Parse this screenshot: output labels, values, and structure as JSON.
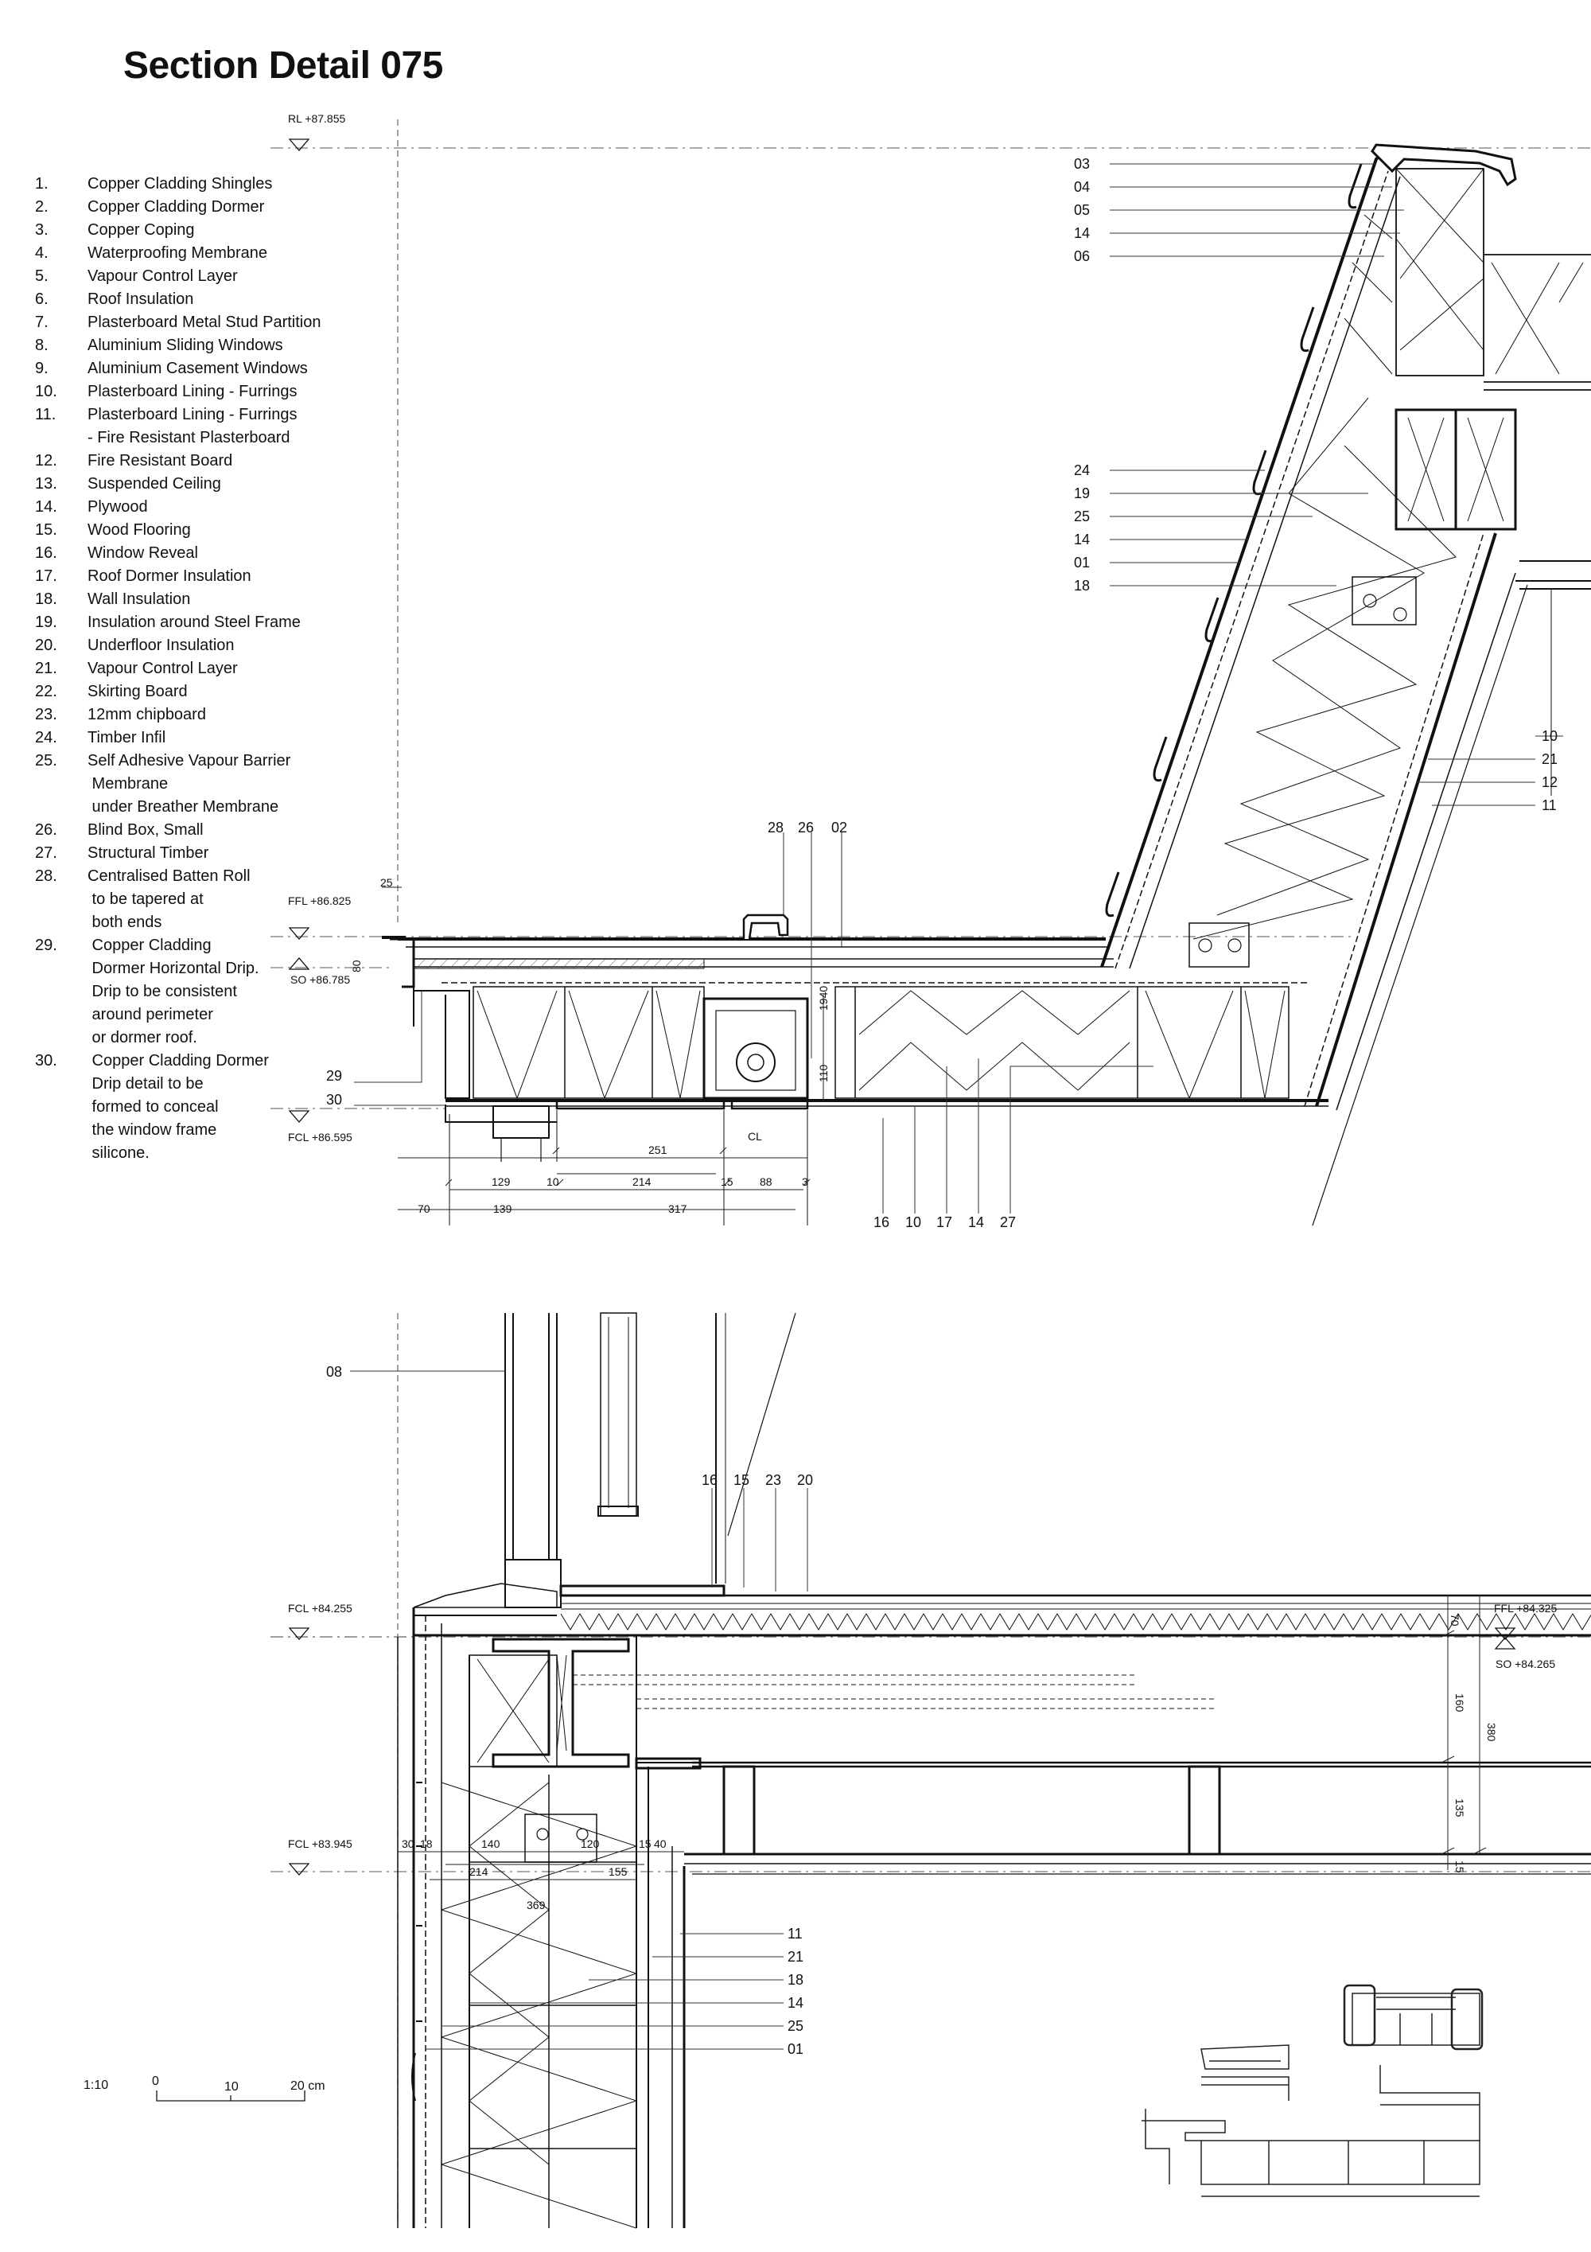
{
  "title": "Section Detail 075",
  "legend": [
    {
      "num": "1.",
      "text": "Copper Cladding Shingles"
    },
    {
      "num": "2.",
      "text": "Copper Cladding Dormer"
    },
    {
      "num": "3.",
      "text": "Copper Coping"
    },
    {
      "num": "4.",
      "text": "Waterproofing Membrane"
    },
    {
      "num": "5.",
      "text": "Vapour Control Layer"
    },
    {
      "num": "6.",
      "text": "Roof Insulation"
    },
    {
      "num": "7.",
      "text": "Plasterboard Metal Stud Partition"
    },
    {
      "num": "8.",
      "text": "Aluminium Sliding Windows"
    },
    {
      "num": "9.",
      "text": "Aluminium Casement Windows"
    },
    {
      "num": "10.",
      "text": "Plasterboard Lining - Furrings"
    },
    {
      "num": "11.",
      "text": "Plasterboard Lining - Furrings"
    },
    {
      "num": "",
      "text": "- Fire Resistant Plasterboard"
    },
    {
      "num": "12.",
      "text": "Fire Resistant Board"
    },
    {
      "num": "13.",
      "text": "Suspended Ceiling"
    },
    {
      "num": "14.",
      "text": "Plywood"
    },
    {
      "num": "15.",
      "text": "Wood Flooring"
    },
    {
      "num": "16.",
      "text": "Window Reveal"
    },
    {
      "num": "17.",
      "text": "Roof Dormer Insulation"
    },
    {
      "num": "18.",
      "text": "Wall Insulation"
    },
    {
      "num": "19.",
      "text": "Insulation around Steel Frame"
    },
    {
      "num": "20.",
      "text": "Underfloor Insulation"
    },
    {
      "num": "21.",
      "text": "Vapour Control Layer"
    },
    {
      "num": "22.",
      "text": "Skirting Board"
    },
    {
      "num": "23.",
      "text": "12mm chipboard"
    },
    {
      "num": "24.",
      "text": "Timber Infil"
    },
    {
      "num": "25.",
      "text": "Self Adhesive Vapour Barrier"
    },
    {
      "num": "",
      "text": " Membrane"
    },
    {
      "num": "",
      "text": " under Breather Membrane"
    },
    {
      "num": "26.",
      "text": "Blind Box, Small"
    },
    {
      "num": "27.",
      "text": "Structural Timber"
    },
    {
      "num": "28.",
      "text": "Centralised Batten Roll"
    },
    {
      "num": "",
      "text": " to be tapered at"
    },
    {
      "num": "",
      "text": " both ends"
    },
    {
      "num": "29.",
      "text": " Copper Cladding"
    },
    {
      "num": "",
      "text": " Dormer Horizontal Drip."
    },
    {
      "num": "",
      "text": " Drip to be consistent"
    },
    {
      "num": "",
      "text": " around perimeter"
    },
    {
      "num": "",
      "text": " or dormer roof."
    },
    {
      "num": "30.",
      "text": " Copper Cladding Dormer"
    },
    {
      "num": "",
      "text": " Drip detail to be"
    },
    {
      "num": "",
      "text": " formed to conceal"
    },
    {
      "num": "",
      "text": " the window frame"
    },
    {
      "num": "",
      "text": " silicone."
    }
  ],
  "levels": {
    "rl_top": "RL +87.855",
    "ffl_upper": "FFL +86.825",
    "so_upper": "SO +86.785",
    "fcl_upper": "FCL +86.595",
    "ffl_lower": "FFL +84.325",
    "fcl_lower": "FCL +84.255",
    "so_lower": "SO +84.265",
    "fcl_bottom": "FCL +83.945"
  },
  "callouts_roof_top": [
    "03",
    "04",
    "05",
    "14",
    "06"
  ],
  "callouts_roof_mid": [
    "24",
    "19",
    "25",
    "14",
    "01",
    "18"
  ],
  "callouts_right": [
    "10",
    "21",
    "12",
    "11"
  ],
  "callouts_gutter": [
    "28",
    "26",
    "02"
  ],
  "callouts_edge": [
    "29",
    "30"
  ],
  "callouts_floor_bottom": [
    "16",
    "10",
    "17",
    "14",
    "27"
  ],
  "callout_window": "08",
  "callouts_floor_top": [
    "16",
    "15",
    "23",
    "20"
  ],
  "callouts_wall": [
    "11",
    "21",
    "18",
    "14",
    "25",
    "01"
  ],
  "dims_upper": {
    "d25": "25",
    "d80": "80",
    "d1940": "1940",
    "d110": "110",
    "cl": "CL",
    "d251": "251",
    "d129": "129",
    "d10": "10",
    "d214": "214",
    "d15": "15",
    "d88": "88",
    "d3": "3",
    "d70": "70",
    "d139": "139",
    "d317": "317"
  },
  "dims_lower": {
    "d70": "70",
    "d160": "160",
    "d380": "380",
    "d135": "135",
    "d15": "15",
    "d30": "30",
    "d18": "18",
    "d140": "140",
    "d120": "120",
    "d15b": "15",
    "d40": "40",
    "d214": "214",
    "d155": "155",
    "d369": "369"
  },
  "scale": {
    "ratio": "1:10",
    "t0": "0",
    "t10": "10",
    "t20": "20 cm"
  }
}
